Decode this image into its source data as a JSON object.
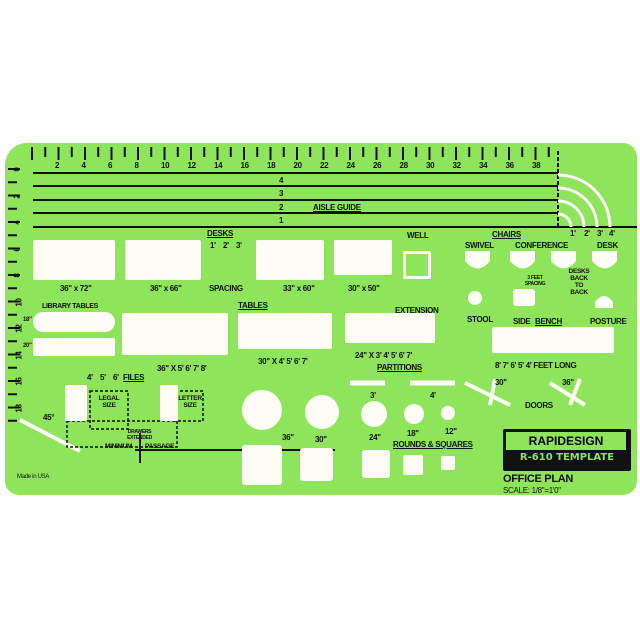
{
  "ruler_top": [
    "2",
    "4",
    "6",
    "8",
    "10",
    "12",
    "14",
    "16",
    "18",
    "20",
    "22",
    "24",
    "26",
    "28",
    "30",
    "32",
    "34",
    "36",
    "38"
  ],
  "ruler_left": [
    "0",
    "2",
    "4",
    "6",
    "8",
    "10",
    "12",
    "14",
    "16",
    "18"
  ],
  "aisle": {
    "numbers": [
      "4",
      "3",
      "2",
      "1"
    ],
    "label": "AISLE GUIDE",
    "arc_labels": [
      "1'",
      "2'",
      "3'",
      "4'"
    ]
  },
  "desks": {
    "title": "DESKS",
    "spacing_nums": [
      "1'",
      "2'",
      "3'"
    ],
    "spacing": "SPACING",
    "sizes": [
      "36\" x 72\"",
      "36\" x 66\"",
      "33\" x 60\"",
      "30\" x 50\""
    ]
  },
  "well": "WELL",
  "extension": "EXTENSION",
  "chairs": {
    "title": "CHAIRS",
    "swivel": "SWIVEL",
    "conference": "CONFERENCE",
    "desk": "DESK",
    "spacing": "3 FEET SPACING",
    "back": "DESKS BACK TO BACK",
    "stool": "STOOL",
    "side": "SIDE",
    "posture": "POSTURE"
  },
  "library": {
    "title": "LIBRARY TABLES",
    "sizes": [
      "18\"",
      "20\""
    ],
    "lengths": [
      "4'",
      "5'",
      "6'"
    ]
  },
  "tables": {
    "title": "TABLES",
    "rows": [
      "36\" X  5'  6'  7'  8'",
      "30\" X  4'  5'  6'  7'",
      "24\" X  3'  4'  5'  6'  7'"
    ]
  },
  "bench": {
    "title": "BENCH",
    "lengths": "8'  7'  6'  5'  4'  FEET  LONG"
  },
  "partitions": {
    "title": "PARTITIONS",
    "sizes": [
      "3'",
      "4'"
    ]
  },
  "doors": {
    "title": "DOORS",
    "sizes": [
      "30\"",
      "36\""
    ]
  },
  "files": {
    "title": "FILES",
    "legal": "LEGAL SIZE",
    "letter": "LETTER SIZE",
    "drawers": "DRAWERS EXTENDED",
    "passage_a": "MINIMUM",
    "passage_b": "PASSAGE",
    "angle": "45°"
  },
  "rounds": {
    "title": "ROUNDS & SQUARES",
    "sizes": [
      "36\"",
      "30\"",
      "24\"",
      "18\"",
      "12\""
    ]
  },
  "brand": {
    "name": "RAPIDESIGN",
    "model": "R-610  TEMPLATE",
    "title": "OFFICE PLAN",
    "scale": "SCALE: 1/8\"=1'0\""
  },
  "made": "Made in USA",
  "colors": {
    "plastic": "#8ee45a",
    "ink": "#111111",
    "cutout": "#fdfdf6"
  }
}
